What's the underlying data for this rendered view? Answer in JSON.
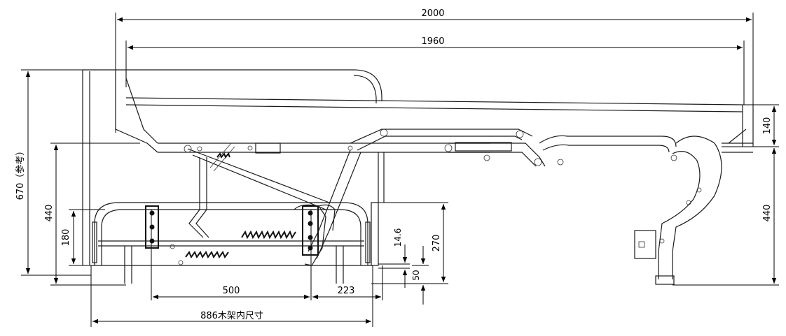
{
  "drawing": {
    "dimensions": {
      "overall_length": "2000",
      "inner_length": "1960",
      "total_height": "670（参考）",
      "frame_height_left": "440",
      "base_height_left": "180",
      "base_gap": "14.6",
      "base_frame_height": "270",
      "floor_gap": "50",
      "pivot_spacing": "500",
      "front_offset": "223",
      "base_inner_width": "886木架内尺寸",
      "armrest_height": "140",
      "frame_height_right": "440"
    }
  }
}
